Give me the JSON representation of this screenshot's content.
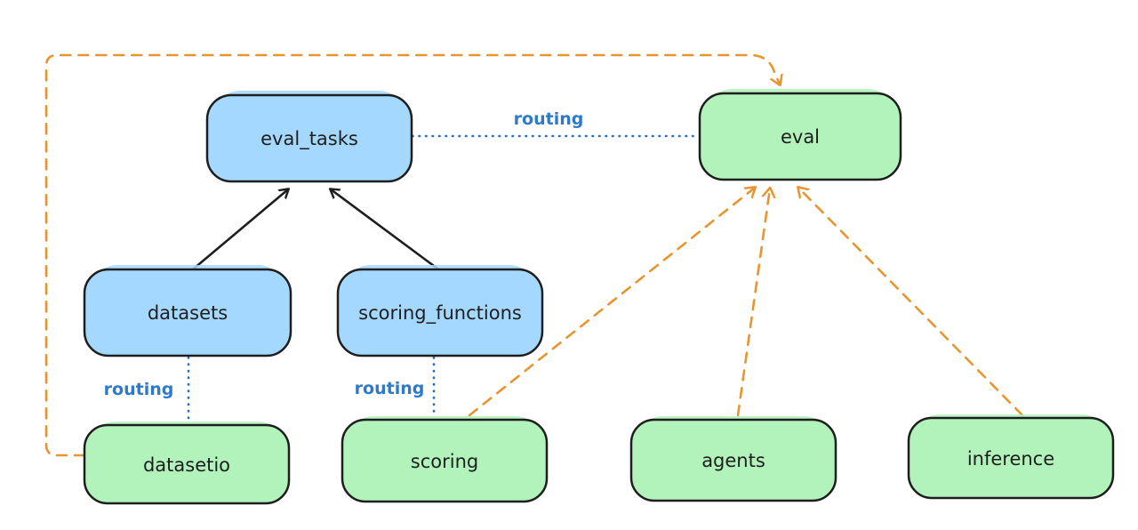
{
  "diagram": {
    "nodes": {
      "eval_tasks": {
        "label": "eval_tasks"
      },
      "eval": {
        "label": "eval"
      },
      "datasets": {
        "label": "datasets"
      },
      "scoring_functions": {
        "label": "scoring_functions"
      },
      "datasetio": {
        "label": "datasetio"
      },
      "scoring": {
        "label": "scoring"
      },
      "agents": {
        "label": "agents"
      },
      "inference": {
        "label": "inference"
      }
    },
    "edge_labels": {
      "routing_eval_tasks_eval": "routing",
      "routing_datasets_datasetio": "routing",
      "routing_scoring_functions_scoring": "routing"
    },
    "colors": {
      "blue_fill": "#a5d8ff",
      "green_fill": "#b2f2bb",
      "stroke": "#1e1e1e",
      "orange": "#e8952e",
      "blue_line": "#2470c8",
      "blue_label": "#2e7ac9"
    }
  }
}
